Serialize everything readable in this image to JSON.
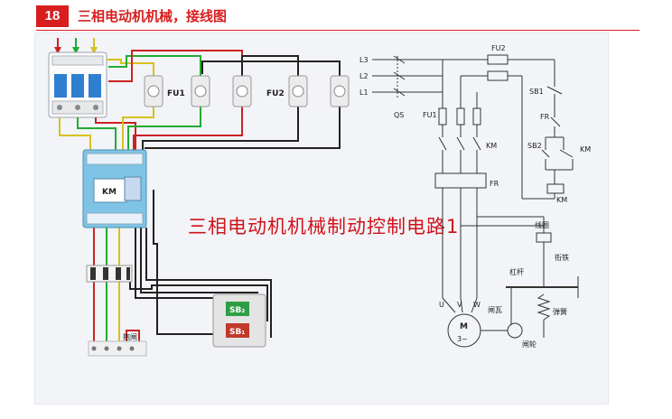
{
  "header": {
    "number": "18",
    "title": "三相电动机机械，接线图"
  },
  "diagram": {
    "main_title": "三相电动机机械制动控制电路1",
    "wiring": {
      "fu1": "FU1",
      "fu2": "FU2",
      "km": "KM",
      "sb2": "SB₂",
      "sb1": "SB₁",
      "brake": "抱闸"
    },
    "schematic": {
      "l3": "L3",
      "l2": "L2",
      "l1": "L1",
      "qs": "QS",
      "fu2": "FU2",
      "fu1": "FU1",
      "km_main": "KM",
      "fr": "FR",
      "sb1": "SB1",
      "fr_nc": "FR",
      "sb2": "SB2",
      "km_aux": "KM",
      "km_coil": "KM",
      "coil": "线圈",
      "armature": "衔铁",
      "lever": "杠杆",
      "brake_shoe": "闸瓦",
      "spring": "弹簧",
      "brake_wheel": "闸轮",
      "u": "U",
      "v": "V",
      "w": "W",
      "motor_m": "M",
      "motor_3": "3~"
    }
  }
}
